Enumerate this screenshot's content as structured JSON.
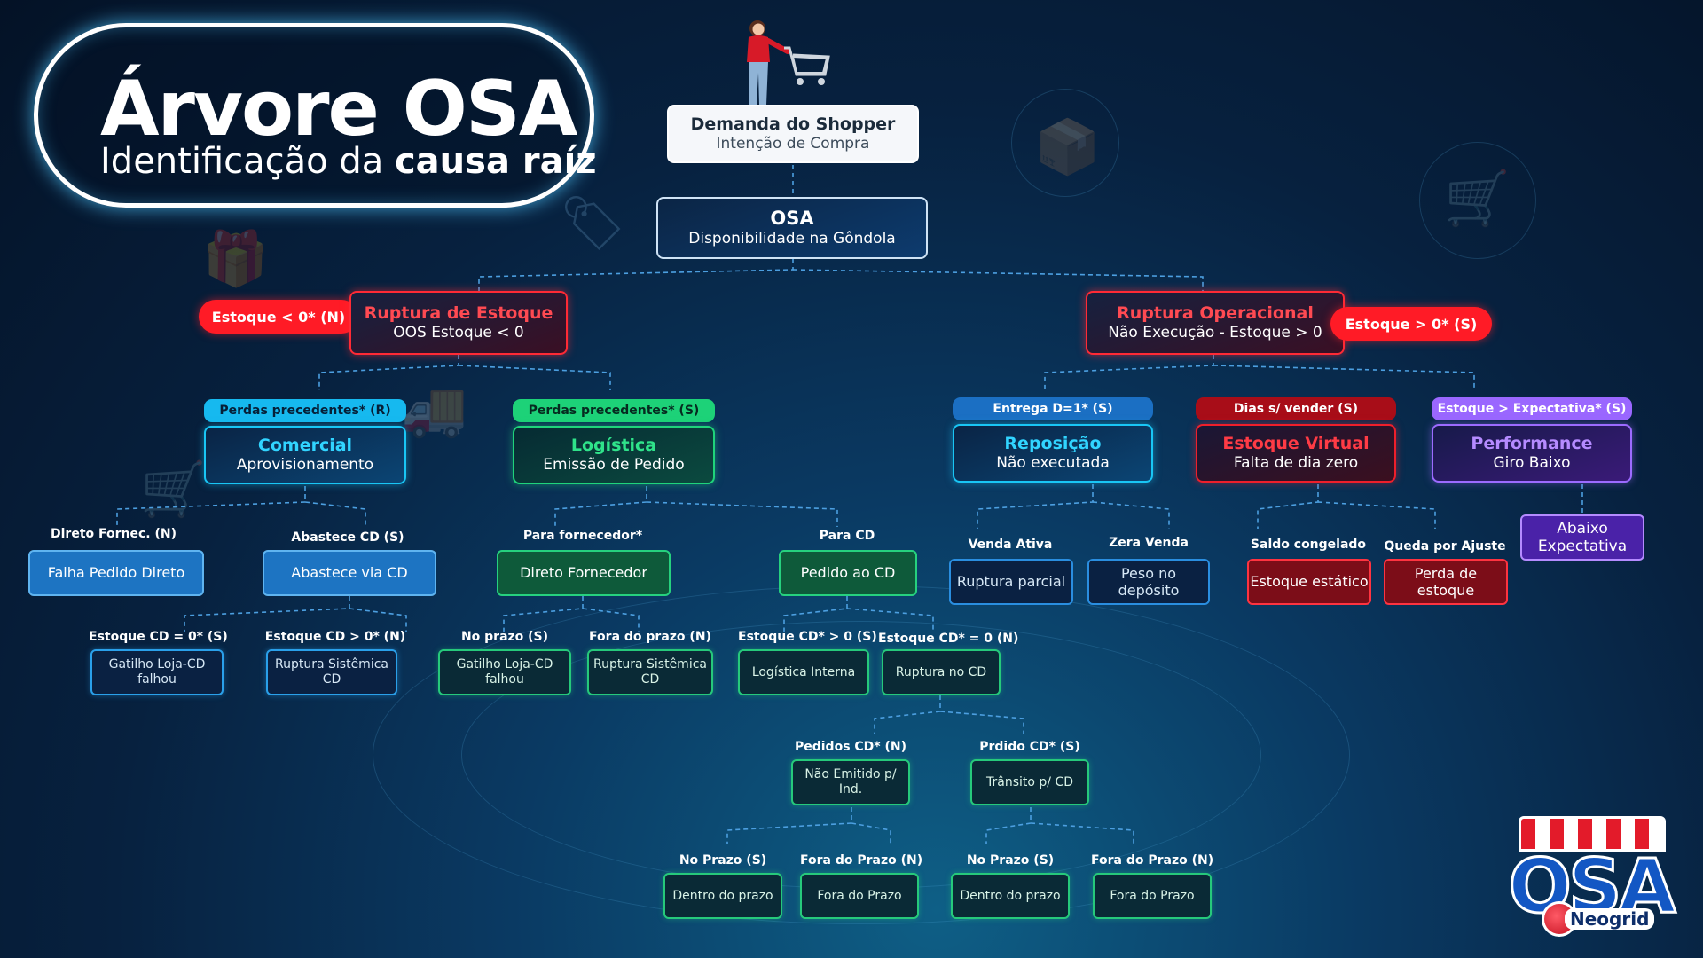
{
  "title": {
    "main": "Árvore OSA",
    "sub_prefix": "Identificação da ",
    "sub_bold": "causa raíz"
  },
  "colors": {
    "red": "#ff1b26",
    "cyan": "#16b9ef",
    "green": "#1dd278",
    "blue": "#1b6fc3",
    "dark_red": "#a80d18",
    "purple": "#9a67ff",
    "navy": "#07213f"
  },
  "icons": [
    "shopper-with-cart-icon",
    "gift-icon",
    "cart-icon",
    "tag-icon",
    "box-icon",
    "truck-icon"
  ],
  "shopper": {
    "title": "Demanda do Shopper",
    "sub": "Intenção de Compra"
  },
  "osa": {
    "title": "OSA",
    "sub": "Disponibilidade na Gôndola"
  },
  "ruptura_estoque": {
    "title": "Ruptura de Estoque",
    "sub": "OOS Estoque < 0",
    "tag": "Estoque < 0* (N)"
  },
  "ruptura_operacional": {
    "title": "Ruptura Operacional",
    "sub": "Não Execução - Estoque > 0",
    "tag": "Estoque > 0* (S)"
  },
  "comercial": {
    "pill": "Perdas precedentes* (R)",
    "title": "Comercial",
    "sub": "Aprovisionamento"
  },
  "logistica": {
    "pill": "Perdas precedentes* (S)",
    "title": "Logística",
    "sub": "Emissão de Pedido"
  },
  "reposicao": {
    "pill": "Entrega D=1* (S)",
    "title": "Reposição",
    "sub": "Não executada"
  },
  "estoque_virtual": {
    "pill": "Dias s/ vender (S)",
    "title": "Estoque Virtual",
    "sub": "Falta de dia zero"
  },
  "performance": {
    "pill": "Estoque > Expectativa* (S)",
    "title": "Performance",
    "sub": "Giro Baixo"
  },
  "level3": {
    "direto_fornec_label": "Direto Fornec. (N)",
    "falha_pedido_direto": "Falha Pedido Direto",
    "abastece_cd_label": "Abastece CD (S)",
    "abastece_via_cd": "Abastece via CD",
    "para_fornecedor_label": "Para fornecedor*",
    "direto_fornecedor": "Direto Fornecedor",
    "para_cd_label": "Para CD",
    "pedido_ao_cd": "Pedido ao CD",
    "venda_ativa_label": "Venda Ativa",
    "ruptura_parcial": "Ruptura parcial",
    "zera_venda_label": "Zera Venda",
    "peso_no_deposito": "Peso no depósito",
    "saldo_congelado_label": "Saldo congelado",
    "estoque_estatico": "Estoque estático",
    "queda_ajuste_label": "Queda por Ajuste",
    "perda_estoque": "Perda de estoque",
    "abaixo_expectativa": "Abaixo Expectativa"
  },
  "level4": {
    "estoque_cd0_label": "Estoque CD = 0* (S)",
    "gatilho1": "Gatilho Loja-CD falhou",
    "estoque_cd_gt0_label": "Estoque CD > 0* (N)",
    "ruptura_sist1": "Ruptura Sistêmica CD",
    "no_prazo_label": "No prazo (S)",
    "gatilho2": "Gatilho Loja-CD falhou",
    "fora_prazo_label": "Fora do prazo (N)",
    "ruptura_sist2": "Ruptura Sistêmica CD",
    "estoque_cd_gt0_s_label": "Estoque CD* > 0 (S)",
    "logistica_interna": "Logística Interna",
    "estoque_cd_eq0_n_label": "Estoque CD* = 0 (N)",
    "ruptura_no_cd": "Ruptura no CD"
  },
  "level5": {
    "pedidos_cd_label": "Pedidos CD* (N)",
    "nao_emitido": "Não Emitido p/ Ind.",
    "prdido_cd_label": "Prdido CD* (S)",
    "transito": "Trânsito p/ CD"
  },
  "level6": {
    "no_prazo1_label": "No Prazo (S)",
    "dentro1": "Dentro do prazo",
    "fora1_label": "Fora do Prazo (N)",
    "fora1": "Fora do Prazo",
    "no_prazo2_label": "No Prazo (S)",
    "dentro2": "Dentro do prazo",
    "fora2_label": "Fora do Prazo (N)",
    "fora2": "Fora do Prazo"
  },
  "logo": {
    "word": "OSA",
    "brand": "Neogrid"
  }
}
